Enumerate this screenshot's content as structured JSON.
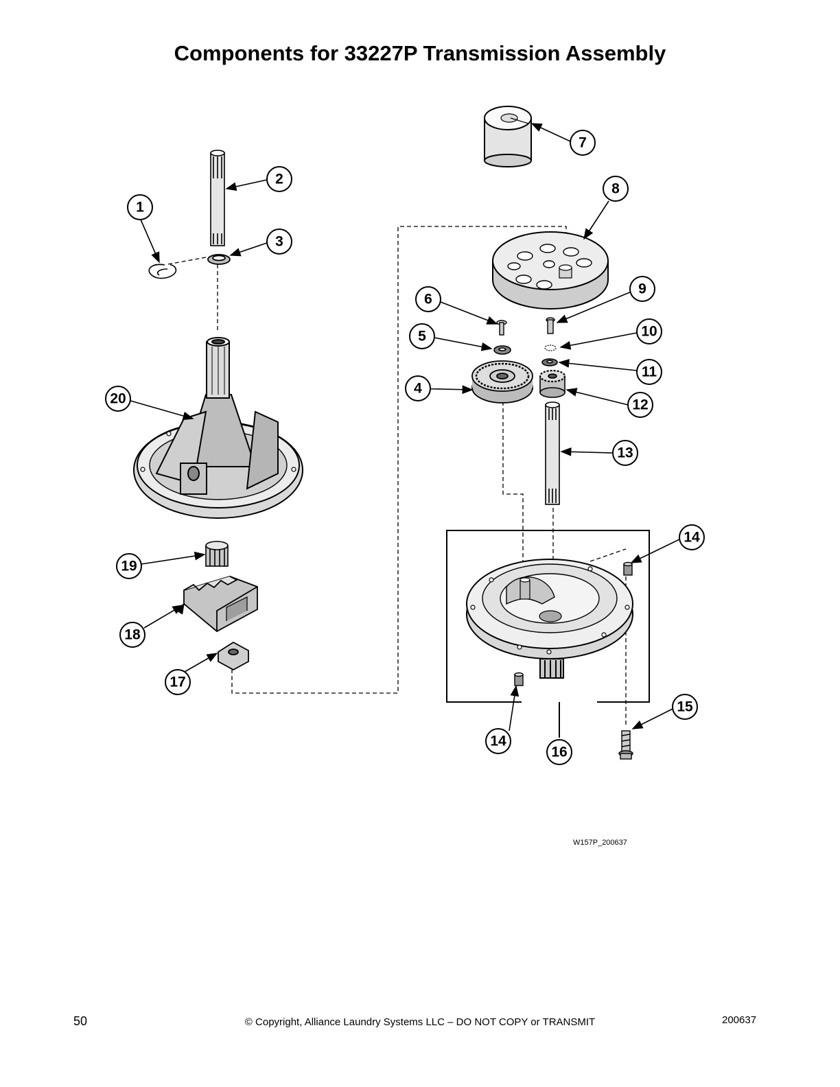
{
  "page": {
    "title": "Components for 33227P Transmission Assembly",
    "drawing_code": "W157P_200637",
    "footer": {
      "page_number": "50",
      "copyright": "© Copyright, Alliance Laundry Systems LLC – DO NOT COPY or TRANSMIT",
      "document_number": "200637"
    }
  },
  "callouts": [
    "1",
    "2",
    "3",
    "4",
    "5",
    "6",
    "7",
    "8",
    "9",
    "10",
    "11",
    "12",
    "13",
    "14",
    "15",
    "16",
    "17",
    "18",
    "19",
    "20"
  ],
  "callout_14_second": "14"
}
